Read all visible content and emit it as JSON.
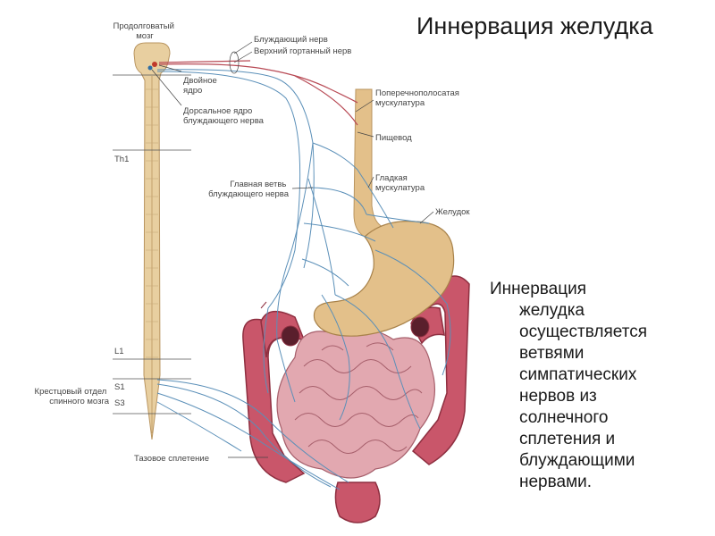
{
  "title": "Иннервация желудка",
  "description_lines": [
    "Иннервация",
    "желудка",
    "осуществляется",
    "ветвями",
    "симпатических",
    "нервов из",
    "солнечного",
    "сплетения и",
    "блуждающими",
    "нервами."
  ],
  "labels": {
    "medulla": [
      "Продолговатый",
      "мозг"
    ],
    "vagus_nerve": "Блуждающий нерв",
    "laryngeal_nerve": "Верхний гортанный нерв",
    "nucleus_ambiguus": [
      "Двойное",
      "ядро"
    ],
    "dorsal_nucleus": [
      "Дорсальное ядро",
      "блуждающего нерва"
    ],
    "striated_muscle": [
      "Поперечнополосатая",
      "мускулатура"
    ],
    "esophagus": "Пищевод",
    "th1": "Th1",
    "main_branch": [
      "Главная ветвь",
      "блуждающего нерва"
    ],
    "smooth_muscle": [
      "Гладкая",
      "мускулатура"
    ],
    "stomach": "Желудок",
    "l1": "L1",
    "sacral": [
      "Крестцовый отдел",
      "спинного мозга"
    ],
    "s1": "S1",
    "s3": "S3",
    "pelvic_plexus": "Тазовое сплетение"
  },
  "colors": {
    "spinal_cord": "#e8cfa0",
    "nerve_vagus": "#b84a55",
    "nerve_branch": "#5a8fb8",
    "stomach": "#e3c08a",
    "intestine": "#e2a8b0",
    "colon": "#c9566a"
  }
}
